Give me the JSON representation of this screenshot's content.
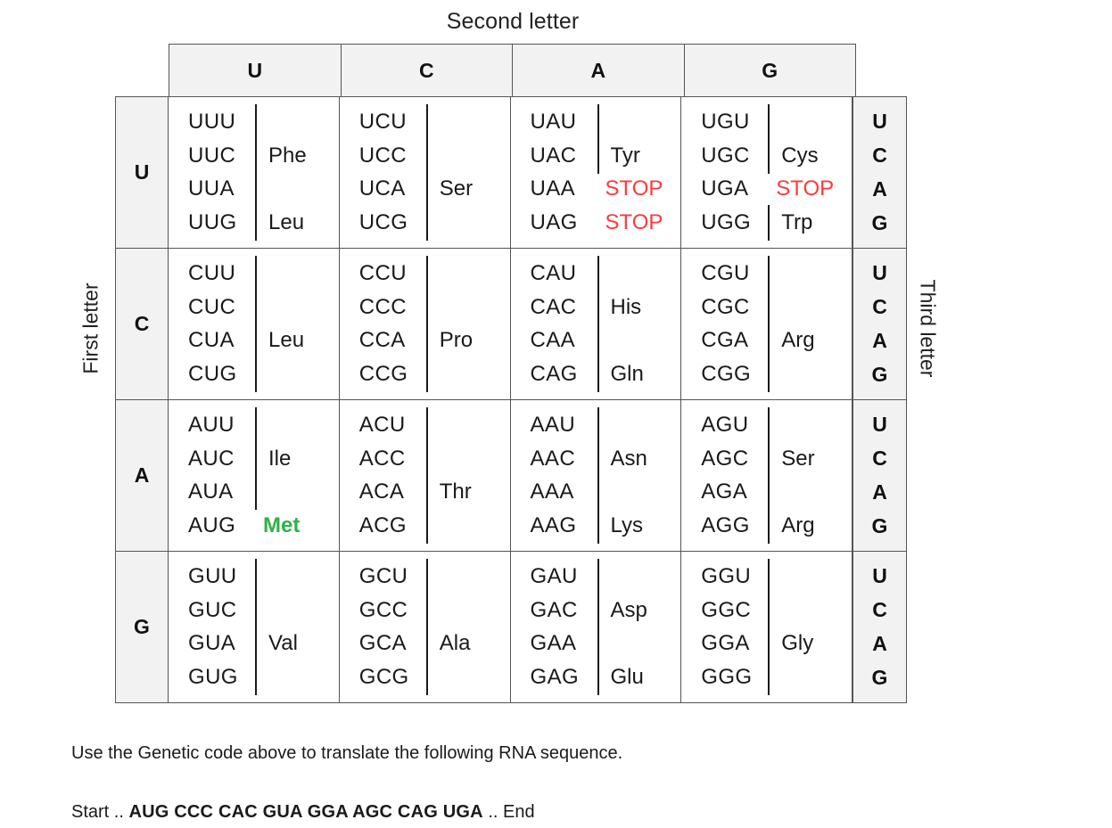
{
  "labels": {
    "second_letter": "Second letter",
    "first_letter": "First letter",
    "third_letter": "Third letter"
  },
  "colors": {
    "stop": "#fc3b3b",
    "start": "#2fb14a",
    "grid": "#555555",
    "header_bg": "#f2f2f2"
  },
  "header": {
    "columns": [
      "U",
      "C",
      "A",
      "G"
    ]
  },
  "third_letters": [
    "U",
    "C",
    "A",
    "G"
  ],
  "rows": [
    {
      "first_letter": "U",
      "cells": [
        {
          "lines": [
            {
              "codon": "UUU",
              "bracket": "top",
              "aa": "",
              "aa_style": "normal"
            },
            {
              "codon": "UUC",
              "bracket": "bottom",
              "aa": "Phe",
              "aa_style": "normal"
            },
            {
              "codon": "UUA",
              "bracket": "top",
              "aa": "",
              "aa_style": "normal"
            },
            {
              "codon": "UUG",
              "bracket": "bottom",
              "aa": "Leu",
              "aa_style": "normal"
            }
          ]
        },
        {
          "lines": [
            {
              "codon": "UCU",
              "bracket": "top",
              "aa": "",
              "aa_style": "normal"
            },
            {
              "codon": "UCC",
              "bracket": "mid",
              "aa": "",
              "aa_style": "normal"
            },
            {
              "codon": "UCA",
              "bracket": "mid",
              "aa": "Ser",
              "aa_style": "normal"
            },
            {
              "codon": "UCG",
              "bracket": "bottom",
              "aa": "",
              "aa_style": "normal"
            }
          ]
        },
        {
          "lines": [
            {
              "codon": "UAU",
              "bracket": "top",
              "aa": "",
              "aa_style": "normal"
            },
            {
              "codon": "UAC",
              "bracket": "bottom",
              "aa": "Tyr",
              "aa_style": "normal"
            },
            {
              "codon": "UAA",
              "bracket": "none",
              "aa": "STOP",
              "aa_style": "stop"
            },
            {
              "codon": "UAG",
              "bracket": "none",
              "aa": "STOP",
              "aa_style": "stop"
            }
          ]
        },
        {
          "lines": [
            {
              "codon": "UGU",
              "bracket": "top",
              "aa": "",
              "aa_style": "normal"
            },
            {
              "codon": "UGC",
              "bracket": "bottom",
              "aa": "Cys",
              "aa_style": "normal"
            },
            {
              "codon": "UGA",
              "bracket": "none",
              "aa": "STOP",
              "aa_style": "stop"
            },
            {
              "codon": "UGG",
              "bracket": "single",
              "aa": "Trp",
              "aa_style": "normal"
            }
          ]
        }
      ]
    },
    {
      "first_letter": "C",
      "cells": [
        {
          "lines": [
            {
              "codon": "CUU",
              "bracket": "top",
              "aa": "",
              "aa_style": "normal"
            },
            {
              "codon": "CUC",
              "bracket": "mid",
              "aa": "",
              "aa_style": "normal"
            },
            {
              "codon": "CUA",
              "bracket": "mid",
              "aa": "Leu",
              "aa_style": "normal"
            },
            {
              "codon": "CUG",
              "bracket": "bottom",
              "aa": "",
              "aa_style": "normal"
            }
          ]
        },
        {
          "lines": [
            {
              "codon": "CCU",
              "bracket": "top",
              "aa": "",
              "aa_style": "normal"
            },
            {
              "codon": "CCC",
              "bracket": "mid",
              "aa": "",
              "aa_style": "normal"
            },
            {
              "codon": "CCA",
              "bracket": "mid",
              "aa": "Pro",
              "aa_style": "normal"
            },
            {
              "codon": "CCG",
              "bracket": "bottom",
              "aa": "",
              "aa_style": "normal"
            }
          ]
        },
        {
          "lines": [
            {
              "codon": "CAU",
              "bracket": "top",
              "aa": "",
              "aa_style": "normal"
            },
            {
              "codon": "CAC",
              "bracket": "bottom",
              "aa": "His",
              "aa_style": "normal"
            },
            {
              "codon": "CAA",
              "bracket": "top",
              "aa": "",
              "aa_style": "normal"
            },
            {
              "codon": "CAG",
              "bracket": "bottom",
              "aa": "Gln",
              "aa_style": "normal"
            }
          ]
        },
        {
          "lines": [
            {
              "codon": "CGU",
              "bracket": "top",
              "aa": "",
              "aa_style": "normal"
            },
            {
              "codon": "CGC",
              "bracket": "mid",
              "aa": "",
              "aa_style": "normal"
            },
            {
              "codon": "CGA",
              "bracket": "mid",
              "aa": "Arg",
              "aa_style": "normal"
            },
            {
              "codon": "CGG",
              "bracket": "bottom",
              "aa": "",
              "aa_style": "normal"
            }
          ]
        }
      ]
    },
    {
      "first_letter": "A",
      "cells": [
        {
          "lines": [
            {
              "codon": "AUU",
              "bracket": "top",
              "aa": "",
              "aa_style": "normal"
            },
            {
              "codon": "AUC",
              "bracket": "mid",
              "aa": "Ile",
              "aa_style": "normal"
            },
            {
              "codon": "AUA",
              "bracket": "bottom",
              "aa": "",
              "aa_style": "normal"
            },
            {
              "codon": "AUG",
              "bracket": "none",
              "aa": "Met",
              "aa_style": "start"
            }
          ]
        },
        {
          "lines": [
            {
              "codon": "ACU",
              "bracket": "top",
              "aa": "",
              "aa_style": "normal"
            },
            {
              "codon": "ACC",
              "bracket": "mid",
              "aa": "",
              "aa_style": "normal"
            },
            {
              "codon": "ACA",
              "bracket": "mid",
              "aa": "Thr",
              "aa_style": "normal"
            },
            {
              "codon": "ACG",
              "bracket": "bottom",
              "aa": "",
              "aa_style": "normal"
            }
          ]
        },
        {
          "lines": [
            {
              "codon": "AAU",
              "bracket": "top",
              "aa": "",
              "aa_style": "normal"
            },
            {
              "codon": "AAC",
              "bracket": "bottom",
              "aa": "Asn",
              "aa_style": "normal"
            },
            {
              "codon": "AAA",
              "bracket": "top",
              "aa": "",
              "aa_style": "normal"
            },
            {
              "codon": "AAG",
              "bracket": "bottom",
              "aa": "Lys",
              "aa_style": "normal"
            }
          ]
        },
        {
          "lines": [
            {
              "codon": "AGU",
              "bracket": "top",
              "aa": "",
              "aa_style": "normal"
            },
            {
              "codon": "AGC",
              "bracket": "bottom",
              "aa": "Ser",
              "aa_style": "normal"
            },
            {
              "codon": "AGA",
              "bracket": "top",
              "aa": "",
              "aa_style": "normal"
            },
            {
              "codon": "AGG",
              "bracket": "bottom",
              "aa": "Arg",
              "aa_style": "normal"
            }
          ]
        }
      ]
    },
    {
      "first_letter": "G",
      "cells": [
        {
          "lines": [
            {
              "codon": "GUU",
              "bracket": "top",
              "aa": "",
              "aa_style": "normal"
            },
            {
              "codon": "GUC",
              "bracket": "mid",
              "aa": "",
              "aa_style": "normal"
            },
            {
              "codon": "GUA",
              "bracket": "mid",
              "aa": "Val",
              "aa_style": "normal"
            },
            {
              "codon": "GUG",
              "bracket": "bottom",
              "aa": "",
              "aa_style": "normal"
            }
          ]
        },
        {
          "lines": [
            {
              "codon": "GCU",
              "bracket": "top",
              "aa": "",
              "aa_style": "normal"
            },
            {
              "codon": "GCC",
              "bracket": "mid",
              "aa": "",
              "aa_style": "normal"
            },
            {
              "codon": "GCA",
              "bracket": "mid",
              "aa": "Ala",
              "aa_style": "normal"
            },
            {
              "codon": "GCG",
              "bracket": "bottom",
              "aa": "",
              "aa_style": "normal"
            }
          ]
        },
        {
          "lines": [
            {
              "codon": "GAU",
              "bracket": "top",
              "aa": "",
              "aa_style": "normal"
            },
            {
              "codon": "GAC",
              "bracket": "bottom",
              "aa": "Asp",
              "aa_style": "normal"
            },
            {
              "codon": "GAA",
              "bracket": "top",
              "aa": "",
              "aa_style": "normal"
            },
            {
              "codon": "GAG",
              "bracket": "bottom",
              "aa": "Glu",
              "aa_style": "normal"
            }
          ]
        },
        {
          "lines": [
            {
              "codon": "GGU",
              "bracket": "top",
              "aa": "",
              "aa_style": "normal"
            },
            {
              "codon": "GGC",
              "bracket": "mid",
              "aa": "",
              "aa_style": "normal"
            },
            {
              "codon": "GGA",
              "bracket": "mid",
              "aa": "Gly",
              "aa_style": "normal"
            },
            {
              "codon": "GGG",
              "bracket": "bottom",
              "aa": "",
              "aa_style": "normal"
            }
          ]
        }
      ]
    }
  ],
  "question": {
    "prompt": "Use the Genetic code above to translate the following RNA sequence.",
    "sequence_prefix": "Start .. ",
    "sequence": "AUG CCC CAC GUA GGA AGC CAG UGA",
    "sequence_suffix": " .. End"
  }
}
